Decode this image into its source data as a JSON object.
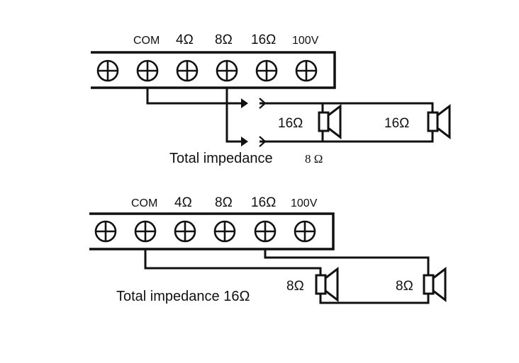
{
  "terminal_labels": {
    "com": "COM",
    "ohm4": "4Ω",
    "ohm8": "8Ω",
    "ohm16": "16Ω",
    "v100": "100V"
  },
  "top_diagram": {
    "speaker_left_label": "16Ω",
    "speaker_right_label": "16Ω",
    "total_text": "Total impedance",
    "total_value": "8 Ω"
  },
  "bottom_diagram": {
    "speaker_left_label": "8Ω",
    "speaker_right_label": "8Ω",
    "total_text": "Total impedance 16Ω"
  }
}
